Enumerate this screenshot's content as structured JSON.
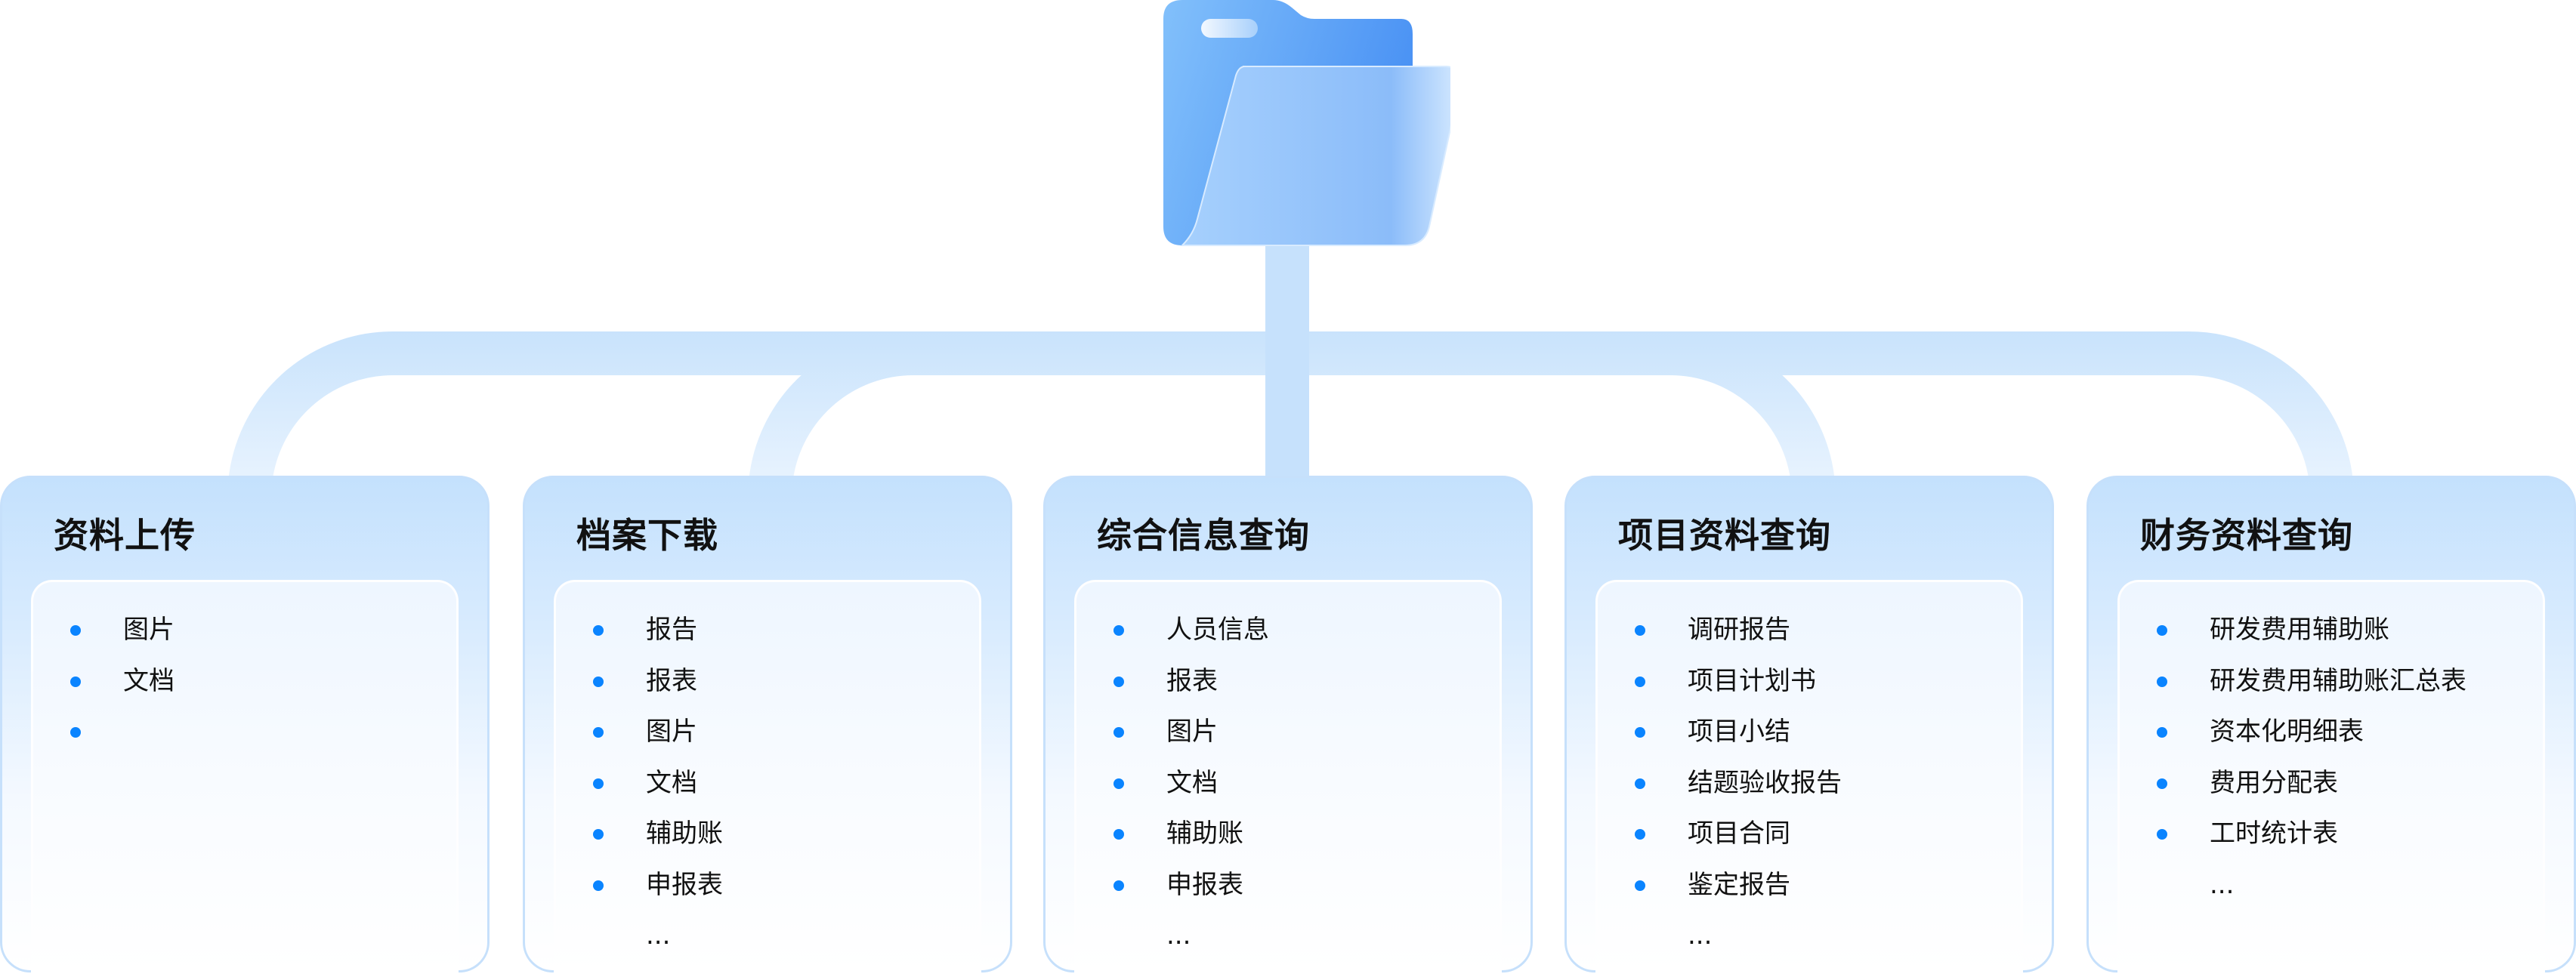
{
  "colors": {
    "accent": "#0a84ff",
    "connector": "#c9e3fc",
    "folder": "#7bbcfa"
  },
  "root": {
    "icon": "folder-icon"
  },
  "cards": [
    {
      "title": "资料上传",
      "items": [
        "图片",
        "文档",
        ""
      ],
      "more": ""
    },
    {
      "title": "档案下载",
      "items": [
        "报告",
        "报表",
        "图片",
        "文档",
        "辅助账",
        "申报表"
      ],
      "more": "..."
    },
    {
      "title": "综合信息查询",
      "items": [
        "人员信息",
        "报表",
        "图片",
        "文档",
        "辅助账",
        "申报表"
      ],
      "more": "..."
    },
    {
      "title": "项目资料查询",
      "items": [
        "调研报告",
        "项目计划书",
        "项目小结",
        "结题验收报告",
        "项目合同",
        "鉴定报告"
      ],
      "more": "..."
    },
    {
      "title": "财务资料查询",
      "items": [
        "研发费用辅助账",
        "研发费用辅助账汇总表",
        "资本化明细表",
        "费用分配表",
        "工时统计表"
      ],
      "more": "..."
    }
  ]
}
